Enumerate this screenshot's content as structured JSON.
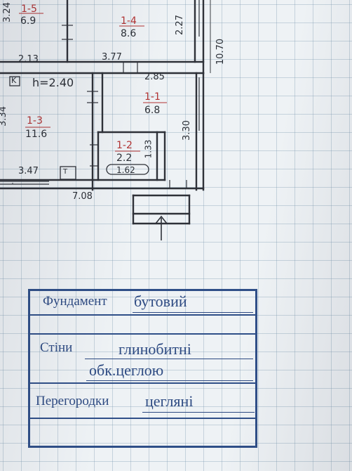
{
  "plan": {
    "rooms": [
      {
        "number": "1-5",
        "area": "6.9"
      },
      {
        "number": "1-4",
        "area": "8.6"
      },
      {
        "number": "1-1",
        "area": "6.8"
      },
      {
        "number": "1-3",
        "area": "11.6"
      },
      {
        "number": "1-2",
        "area": "2.2"
      }
    ],
    "dims": [
      "2.27",
      "10.70",
      "2.13",
      "3.24",
      "3.77",
      "2.85",
      "3.34",
      "3.30",
      "1.33",
      "3.47",
      "7.08"
    ],
    "ceiling_height": "h=2.40",
    "bath": "1.62",
    "symbols": {
      "oven": "K",
      "stove": "T"
    }
  },
  "stamp": {
    "foundation": {
      "label": "Фундамент",
      "value": "бутовий"
    },
    "walls": {
      "label": "Стіни",
      "value_line1": "глинобитні",
      "value_line2": "обк.цеглою"
    },
    "partitions": {
      "label": "Перегородки",
      "value": "цегляні"
    }
  }
}
